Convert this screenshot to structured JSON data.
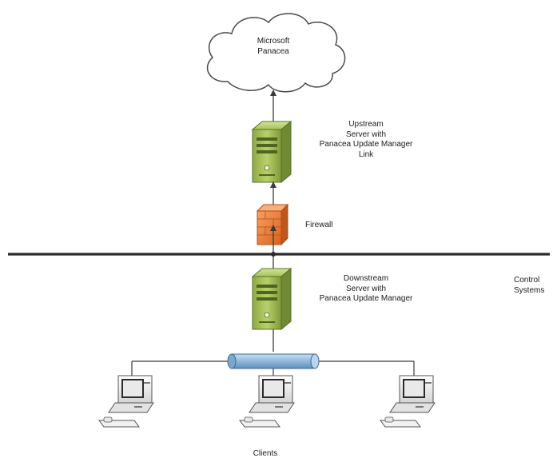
{
  "diagram": {
    "cloud": {
      "line1": "Microsoft",
      "line2": "Panacea"
    },
    "upstream": {
      "line1": "Upstream",
      "line2": "Server with",
      "line3": "Panacea Update Manager",
      "line4": "Link"
    },
    "firewall": {
      "label": "Firewall"
    },
    "downstream": {
      "line1": "Downstream",
      "line2": "Server with",
      "line3": "Panacea Update Manager"
    },
    "control": {
      "line1": "Control",
      "line2": "Systems"
    },
    "clients": {
      "label": "Clients"
    }
  },
  "colors": {
    "server_body": "#a7c25a",
    "server_dark": "#6f8a32",
    "firewall": "#f0823a",
    "hub": "#8fb8dc",
    "line": "#3a3a3a",
    "divider": "#2a2a2a"
  },
  "icons": [
    "cloud-icon",
    "server-icon",
    "firewall-icon",
    "hub-icon",
    "computer-icon"
  ]
}
